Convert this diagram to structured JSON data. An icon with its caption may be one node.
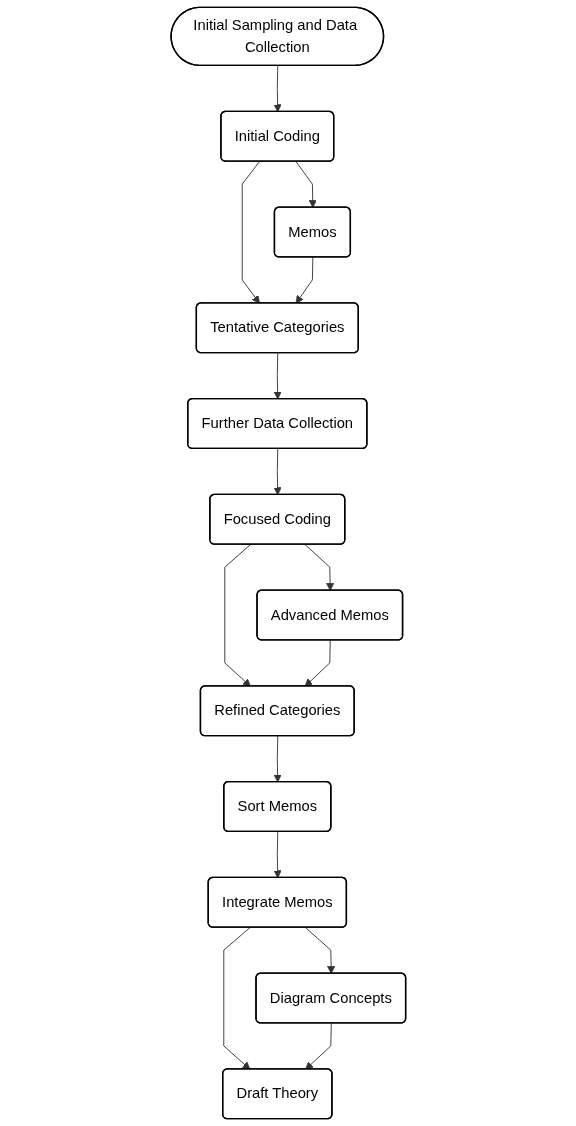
{
  "diagram": {
    "nodes": [
      {
        "text": [
          "Initial Sampling and Data Collection"
        ]
      },
      {
        "text": [
          "Initial Coding"
        ]
      },
      {
        "text": [
          "Memos"
        ]
      },
      {
        "text": [
          "Tentative Categories"
        ]
      },
      {
        "text": [
          "Further Data Collection"
        ]
      },
      {
        "text": [
          "Focused Coding"
        ]
      },
      {
        "text": [
          "Advanced Memos"
        ]
      },
      {
        "text": [
          "Refined Categories"
        ]
      },
      {
        "text": [
          "Sort Memos"
        ]
      },
      {
        "text": [
          "Integrate Memos"
        ]
      },
      {
        "text": [
          "Diagram Concepts"
        ]
      },
      {
        "text": [
          "Draft Theory"
        ]
      }
    ],
    "edges": [
      {
        "from": 0,
        "to": 1,
        "arrow": "to"
      },
      {
        "from": 1,
        "to": 2,
        "arrow": "to"
      },
      {
        "from": 1,
        "to": 3,
        "arrow": "to"
      },
      {
        "from": 2,
        "to": 3,
        "arrow": "to"
      },
      {
        "from": 3,
        "to": 4,
        "arrow": "to"
      },
      {
        "from": 4,
        "to": 5,
        "arrow": "to"
      },
      {
        "from": 5,
        "to": 6,
        "arrow": "to"
      },
      {
        "from": 5,
        "to": 7,
        "arrow": "to"
      },
      {
        "from": 6,
        "to": 7,
        "arrow": "to"
      },
      {
        "from": 7,
        "to": 8,
        "arrow": "to"
      },
      {
        "from": 8,
        "to": 9,
        "arrow": "to"
      },
      {
        "from": 9,
        "to": 10,
        "arrow": "to"
      },
      {
        "from": 9,
        "to": 11,
        "arrow": "to"
      },
      {
        "from": 10,
        "to": 11,
        "arrow": "to"
      }
    ]
  }
}
